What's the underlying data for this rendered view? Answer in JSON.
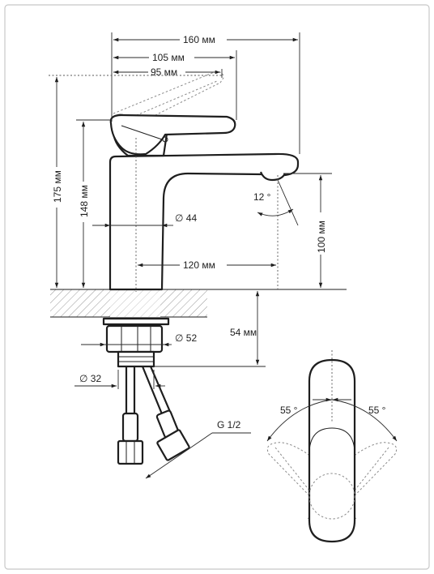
{
  "dimensions": {
    "width_total": "160 мм",
    "width_lever": "105 мм",
    "width_lever_short": "95 мм",
    "height_total": "175 мм",
    "height_body": "148 мм",
    "spout_height": "100 мм",
    "spout_reach": "120 мм",
    "body_diameter": "∅ 44",
    "nut_diameter": "∅ 52",
    "stud_diameter": "∅ 32",
    "stud_length": "54 мм",
    "thread": "G 1/2",
    "spout_angle": "12 °",
    "lever_angle_left": "55 °",
    "lever_angle_right": "55 °"
  }
}
